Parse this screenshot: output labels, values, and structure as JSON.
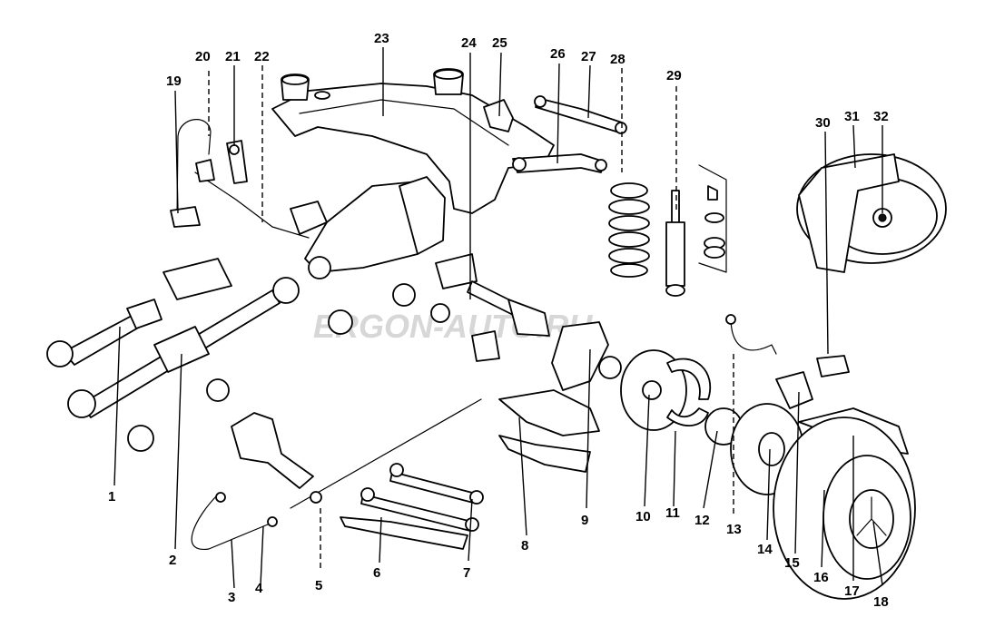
{
  "watermark": "ERGON-AUTO.RU",
  "callouts": [
    "1",
    "2",
    "3",
    "4",
    "5",
    "6",
    "7",
    "8",
    "9",
    "10",
    "11",
    "12",
    "13",
    "14",
    "15",
    "16",
    "17",
    "18",
    "19",
    "20",
    "21",
    "22",
    "23",
    "24",
    "25",
    "26",
    "27",
    "28",
    "29",
    "30",
    "31",
    "32"
  ]
}
